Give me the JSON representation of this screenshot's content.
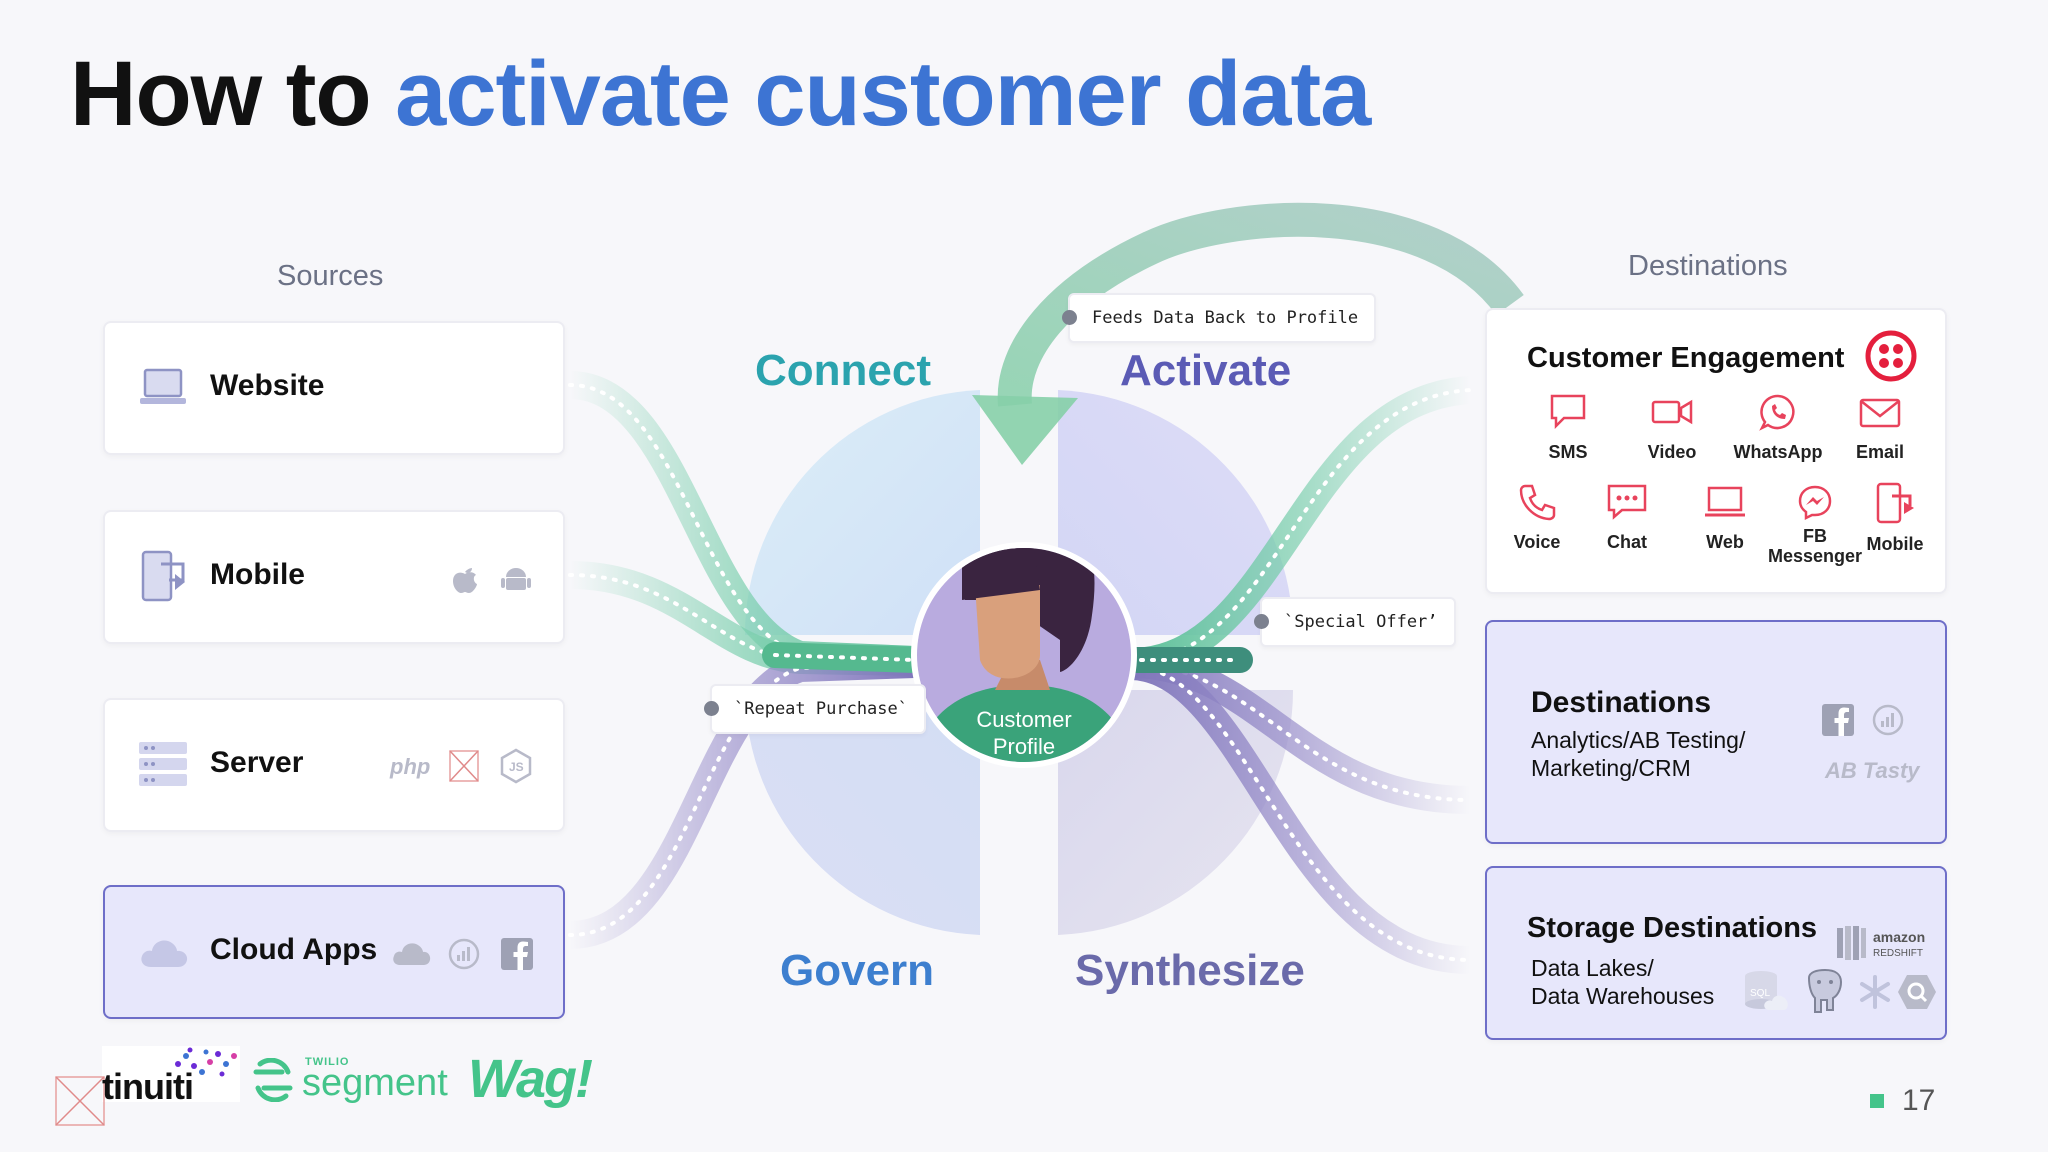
{
  "title": {
    "prefix": "How to",
    "accent": "activate customer data"
  },
  "sources": {
    "heading": "Sources",
    "items": [
      {
        "label": "Website",
        "icon": "laptop-icon"
      },
      {
        "label": "Mobile",
        "icon": "mobile-icon",
        "logos": [
          "apple-icon",
          "android-icon"
        ]
      },
      {
        "label": "Server",
        "icon": "server-icon",
        "logos": [
          "php-logo",
          "broken-image-icon",
          "nodejs-icon"
        ],
        "php_text": "php"
      },
      {
        "label": "Cloud Apps",
        "icon": "cloud-icon",
        "logos": [
          "salesforce-icon",
          "analytics-icon",
          "facebook-icon"
        ]
      }
    ]
  },
  "quadrants": {
    "connect": "Connect",
    "activate": "Activate",
    "govern": "Govern",
    "synthesize": "Synthesize"
  },
  "profile": {
    "line1": "Customer",
    "line2": "Profile"
  },
  "tags": {
    "feeds": "Feeds Data Back to Profile",
    "offer": "`Special Offer’",
    "repeat": "`Repeat Purchase`"
  },
  "destinations": {
    "heading": "Destinations",
    "engagement": {
      "title": "Customer Engagement",
      "items": [
        {
          "label": "SMS",
          "icon": "chat-bubble-icon"
        },
        {
          "label": "Video",
          "icon": "video-icon"
        },
        {
          "label": "WhatsApp",
          "icon": "whatsapp-icon"
        },
        {
          "label": "Email",
          "icon": "envelope-icon"
        },
        {
          "label": "Voice",
          "icon": "phone-icon"
        },
        {
          "label": "Chat",
          "icon": "chat-dots-icon"
        },
        {
          "label": "Web",
          "icon": "laptop-icon"
        },
        {
          "label": "FB Messenger",
          "icon": "messenger-icon"
        },
        {
          "label": "Mobile",
          "icon": "mobile-icon"
        }
      ]
    },
    "analytics": {
      "title": "Destinations",
      "line1": "Analytics/AB Testing/",
      "line2": "Marketing/CRM",
      "abtasty": "AB Tasty"
    },
    "storage": {
      "title": "Storage Destinations",
      "line1": "Data Lakes/",
      "line2": "Data Warehouses",
      "redshift1": "amazon",
      "redshift2": "REDSHIFT",
      "sql": "SQL"
    }
  },
  "footer": {
    "tinuiti": "tinuiti",
    "twilio": "TWILIO",
    "segment": "segment",
    "wag": "Wag!",
    "page_number": "17"
  },
  "colors": {
    "accent_blue": "#3d74d3",
    "connect_teal": "#2ba3ae",
    "activate_purple": "#5b5bb5",
    "govern_blue": "#3d7fcf",
    "synth_purple": "#6a6aaa",
    "green_stream": "#7ccfae",
    "purple_stream": "#8e84c2",
    "twilio_red": "#e41f3d",
    "segment_green": "#44c48a"
  }
}
